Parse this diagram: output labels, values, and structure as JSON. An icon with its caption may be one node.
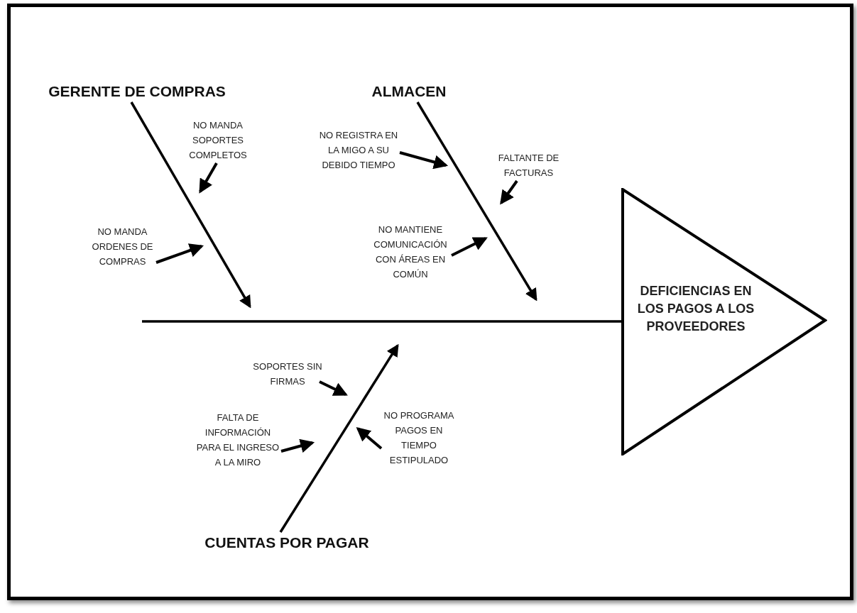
{
  "diagram": {
    "nodes": [
      {
        "text": [
          "GERENTE DE COMPRAS"
        ]
      },
      {
        "text": [
          "ALMACEN"
        ]
      },
      {
        "text": [
          "NO MANDA SOPORTES COMPLETOS"
        ]
      },
      {
        "text": [
          "NO REGISTRA EN LA MIGO A SU DEBIDO TIEMPO"
        ]
      },
      {
        "text": [
          "FALTANTE DE FACTURAS"
        ]
      },
      {
        "text": [
          "NO MANDA ORDENES DE COMPRAS"
        ]
      },
      {
        "text": [
          "NO MANTIENE COMUNICACIÓN CON ÁREAS EN COMÚN"
        ]
      },
      {
        "text": [
          "DEFICIENCIAS EN LOS PAGOS A LOS PROVEEDORES"
        ]
      },
      {
        "text": [
          "SOPORTES SIN FIRMAS"
        ]
      },
      {
        "text": [
          "FALTA DE INFORMACIÓN PARA EL INGRESO A LA MIRO"
        ]
      },
      {
        "text": [
          "NO PROGRAMA PAGOS EN TIEMPO ESTIPULADO"
        ]
      },
      {
        "text": [
          "CUENTAS POR PAGAR"
        ]
      }
    ],
    "edges": [
      {
        "from": null,
        "to": 7,
        "arrow": "none"
      },
      {
        "from": 0,
        "to": null,
        "arrow": "to"
      },
      {
        "from": 1,
        "to": null,
        "arrow": "to"
      },
      {
        "from": 11,
        "to": null,
        "arrow": "to"
      },
      {
        "from": 2,
        "to": null,
        "arrow": "to"
      },
      {
        "from": 3,
        "to": null,
        "arrow": "to"
      },
      {
        "from": 4,
        "to": null,
        "arrow": "to"
      },
      {
        "from": 5,
        "to": null,
        "arrow": "to"
      },
      {
        "from": 6,
        "to": null,
        "arrow": "to"
      },
      {
        "from": 8,
        "to": null,
        "arrow": "to"
      },
      {
        "from": 9,
        "to": null,
        "arrow": "to"
      },
      {
        "from": 10,
        "to": null,
        "arrow": "to"
      }
    ]
  }
}
